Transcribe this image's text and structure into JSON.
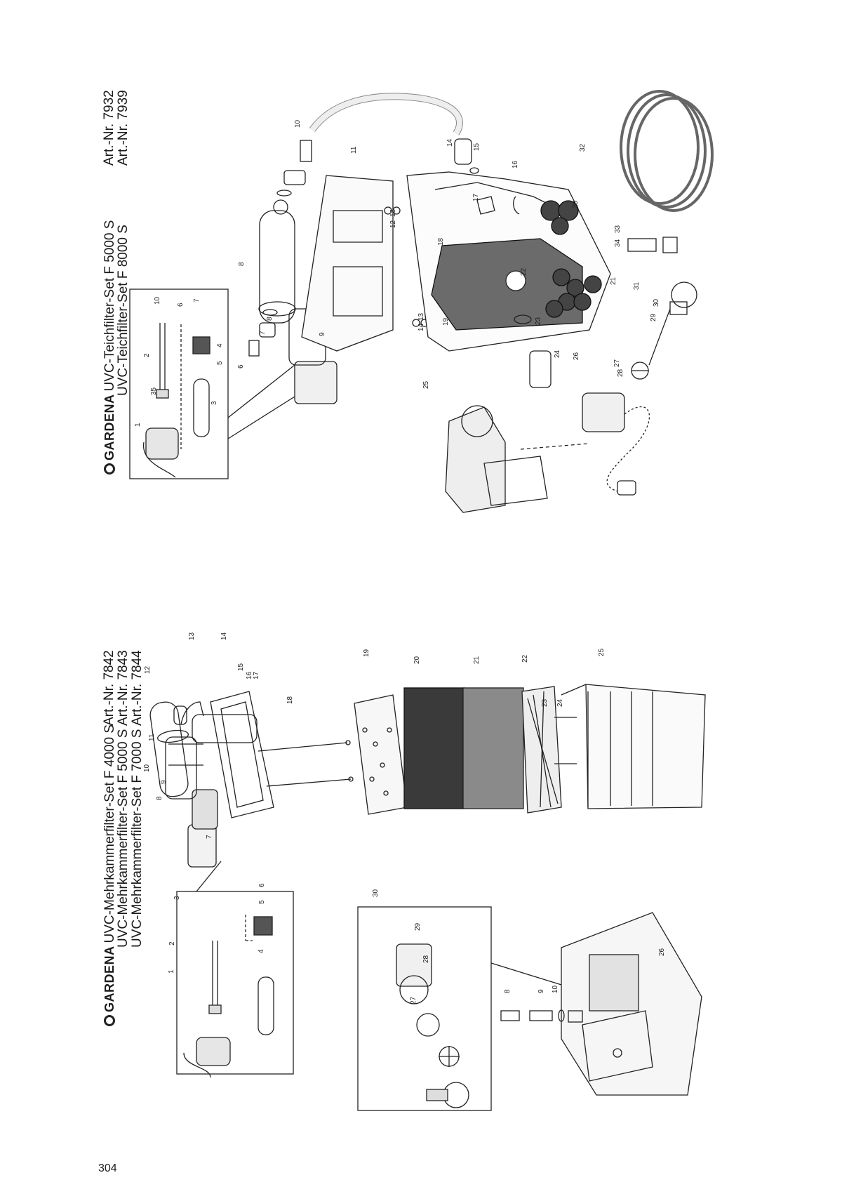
{
  "page": {
    "number": "304"
  },
  "left_set": {
    "brand": "GARDENA",
    "titles": [
      "UVC-Mehrkammerfilter-Set F 4000 S",
      "UVC-Mehrkammerfilter-Set F 5000 S",
      "UVC-Mehrkammerfilter-Set F 7000 S"
    ],
    "articles": [
      "Art.-Nr. 7842",
      "Art.-Nr. 7843",
      "Art.-Nr. 7844"
    ],
    "callouts": [
      "1",
      "2",
      "3",
      "4",
      "5",
      "6",
      "7",
      "8",
      "9",
      "10",
      "11",
      "12",
      "13",
      "14",
      "15",
      "16",
      "17",
      "18",
      "19",
      "20",
      "21",
      "22",
      "23",
      "24",
      "25",
      "26",
      "27",
      "28",
      "29",
      "30",
      "8",
      "9",
      "10"
    ]
  },
  "right_set": {
    "brand": "GARDENA",
    "titles": [
      "UVC-Teichfilter-Set F 5000 S",
      "UVC-Teichfilter-Set F 8000 S"
    ],
    "articles": [
      "Art.-Nr. 7932",
      "Art.-Nr. 7939"
    ],
    "callouts": [
      "1",
      "35",
      "2",
      "3",
      "4",
      "5",
      "6",
      "7",
      "8",
      "9",
      "10",
      "6",
      "7",
      "8",
      "10",
      "11",
      "12",
      "13",
      "14",
      "13",
      "14",
      "15",
      "16",
      "17",
      "18",
      "19",
      "20",
      "21",
      "22",
      "23",
      "24",
      "25",
      "26",
      "27",
      "28",
      "29",
      "30",
      "31",
      "32",
      "33",
      "34"
    ]
  }
}
